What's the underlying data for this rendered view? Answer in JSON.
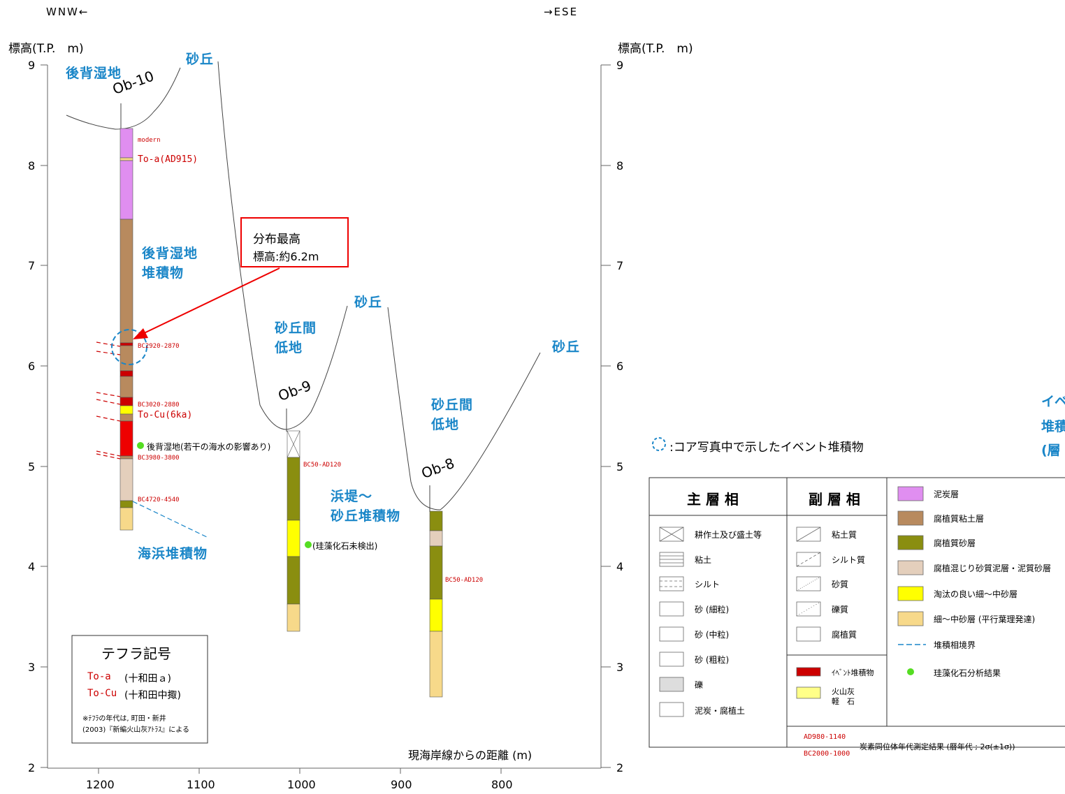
{
  "header": {
    "left_dir": "WNW←",
    "right_dir": "→ESE"
  },
  "axis": {
    "y_title_left": "標高(T.P.　m)",
    "y_title_right": "標高(T.P.　m)",
    "y_ticks": [
      "9",
      "8",
      "7",
      "6",
      "5",
      "4",
      "3",
      "2"
    ],
    "x_ticks": [
      "1200",
      "1100",
      "1000",
      "900",
      "800"
    ],
    "x_title": "現海岸線からの距離 (m)"
  },
  "area_labels": {
    "backmarsh": "後背湿地",
    "dune1": "砂丘",
    "dune2": "砂丘",
    "dune3": "砂丘",
    "interdune1": "砂丘間\n低地",
    "interdune2": "砂丘間\n低地",
    "backmarsh_deposit": "後背湿地\n堆積物",
    "beach_deposit": "海浜堆積物",
    "ridge_deposit": "浜堤～\n砂丘堆積物"
  },
  "cores": {
    "ob10": "Ob-10",
    "ob9": "Ob-9",
    "ob8": "Ob-8"
  },
  "core_labels": {
    "modern": "modern",
    "toa": "To-a(AD915)",
    "bc2920": "BC2920-2870",
    "bc3020": "BC3020-2880",
    "tocu": "To-Cu(6ka)",
    "marsh_note": "後背湿地(若干の海水の影響あり)",
    "bc3980": "BC3980-3800",
    "bc4720": "BC4720-4540",
    "ob9_date": "BC50-AD120",
    "ob9_note": "(珪藻化石未検出)",
    "ob8_date": "BC50-AD120"
  },
  "callout": {
    "line1": "分布最高",
    "line2": "標高:約6.2m"
  },
  "tephra_box": {
    "title": "テフラ記号",
    "items": [
      {
        "code": "To-a",
        "name": "(十和田ａ)"
      },
      {
        "code": "To-Cu",
        "name": "(十和田中掫)"
      }
    ],
    "note1": "※ﾃﾌﾗの年代は, 町田・新井",
    "note2": "(2003)『新編火山灰ｱﾄﾗｽ』による"
  },
  "event_note": ":コア写真中で示したイベント堆積物",
  "cut_text": {
    "line1": "イベ",
    "line2": "堆積",
    "line3": "(層"
  },
  "legend": {
    "main_header": "主 層 相",
    "sub_header": "副 層 相",
    "main_items": [
      "耕作土及び盛土等",
      "粘土",
      "シルト",
      "砂 (細粒)",
      "砂 (中粒)",
      "砂 (粗粒)",
      "礫",
      "泥炭・腐植土"
    ],
    "sub_items": [
      "粘土質",
      "シルト質",
      "砂質",
      "礫質",
      "腐植質"
    ],
    "event_item": "ｲﾍﾞﾝﾄ堆積物",
    "ash_item1": "火山灰",
    "ash_item2": "軽　石",
    "color_items": [
      {
        "label": "泥炭層",
        "color": "#e08ef0"
      },
      {
        "label": "腐植質粘土層",
        "color": "#b88a5e"
      },
      {
        "label": "腐植質砂層",
        "color": "#8a8e10"
      },
      {
        "label": "腐植混じり砂質泥層・泥質砂層",
        "color": "#e4cfbc"
      },
      {
        "label": "淘汰の良い細～中砂層",
        "color": "#ffff00"
      },
      {
        "label": "細～中砂層 (平行葉理発達)",
        "color": "#f7d98a"
      }
    ],
    "boundary_item": "堆積相境界",
    "diatom_item": "珪藻化石分析結果",
    "date_example1": "AD980-1140",
    "date_example2": "BC2000-1000",
    "date_desc": "炭素同位体年代測定結果 (暦年代 ; 2σ(±1σ))"
  }
}
